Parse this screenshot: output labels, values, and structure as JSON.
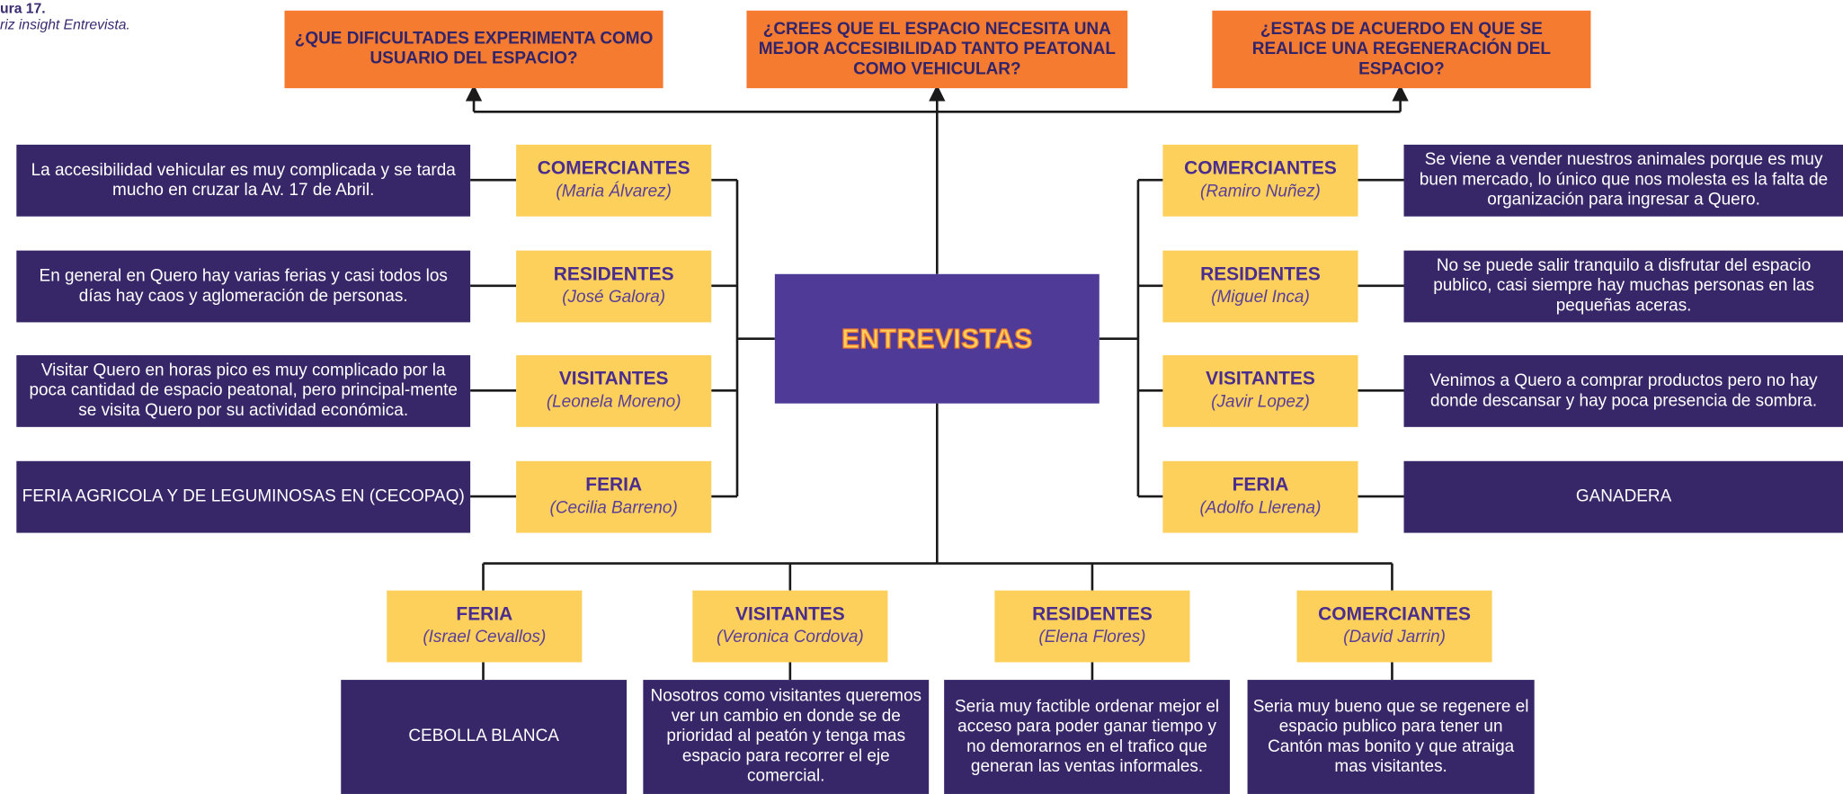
{
  "figure": {
    "label": "ura 17.",
    "caption": "riz insight Entrevista."
  },
  "center": {
    "label": "ENTREVISTAS"
  },
  "questions": [
    "¿QUE DIFICULTADES EXPERIMENTA COMO USUARIO DEL ESPACIO?",
    "¿CREES QUE EL ESPACIO NECESITA UNA MEJOR ACCESIBILIDAD TANTO PEATONAL COMO VEHICULAR?",
    "¿ESTAS DE ACUERDO EN QUE SE REALICE UNA REGENERACIÓN DEL ESPACIO?"
  ],
  "left": [
    {
      "category": "COMERCIANTES",
      "person": "(Maria Álvarez)",
      "answer": "La accesibilidad vehicular es muy complicada y se tarda mucho en cruzar la Av. 17 de Abril."
    },
    {
      "category": "RESIDENTES",
      "person": "(José Galora)",
      "answer": "En general en Quero hay varias ferias y casi todos los días hay caos y aglomeración de personas."
    },
    {
      "category": "VISITANTES",
      "person": "(Leonela Moreno)",
      "answer": "Visitar Quero en horas pico es muy complicado por la poca cantidad de espacio peatonal, pero principal-mente se visita Quero por su actividad económica."
    },
    {
      "category": "FERIA",
      "person": "(Cecilia Barreno)",
      "answer": "FERIA AGRICOLA Y DE LEGUMINOSAS EN (CECOPAQ)"
    }
  ],
  "right": [
    {
      "category": "COMERCIANTES",
      "person": "(Ramiro Nuñez)",
      "answer": "Se viene  a vender nuestros animales porque es muy buen mercado, lo único que nos molesta es la falta de organización para ingresar a Quero."
    },
    {
      "category": "RESIDENTES",
      "person": "(Miguel Inca)",
      "answer": "No se puede salir tranquilo a disfrutar del espacio publico, casi siempre hay muchas personas en las pequeñas aceras."
    },
    {
      "category": "VISITANTES",
      "person": "(Javir Lopez)",
      "answer": "Venimos a Quero a comprar productos pero no hay donde descansar y hay poca presencia de sombra."
    },
    {
      "category": "FERIA",
      "person": "(Adolfo Llerena)",
      "answer": "GANADERA"
    }
  ],
  "bottom": [
    {
      "category": "FERIA",
      "person": "(Israel Cevallos)",
      "answer": "CEBOLLA BLANCA"
    },
    {
      "category": "VISITANTES",
      "person": "(Veronica Cordova)",
      "answer": "Nosotros como visitantes queremos ver un cambio en donde se de prioridad al peatón y tenga mas espacio para recorrer el eje comercial."
    },
    {
      "category": "RESIDENTES",
      "person": "(Elena Flores)",
      "answer": "Seria muy factible ordenar mejor el acceso para poder ganar tiempo y no demorarnos en el trafico que generan las ventas informales."
    },
    {
      "category": "COMERCIANTES",
      "person": "(David Jarrin)",
      "answer": "Seria muy bueno que se regenere el espacio publico para tener un Cantón mas bonito y que atraiga mas visitantes."
    }
  ],
  "colors": {
    "orange": "#f47b30",
    "yellow": "#fcd05b",
    "purple": "#4f3b97",
    "dark_purple": "#372768"
  }
}
